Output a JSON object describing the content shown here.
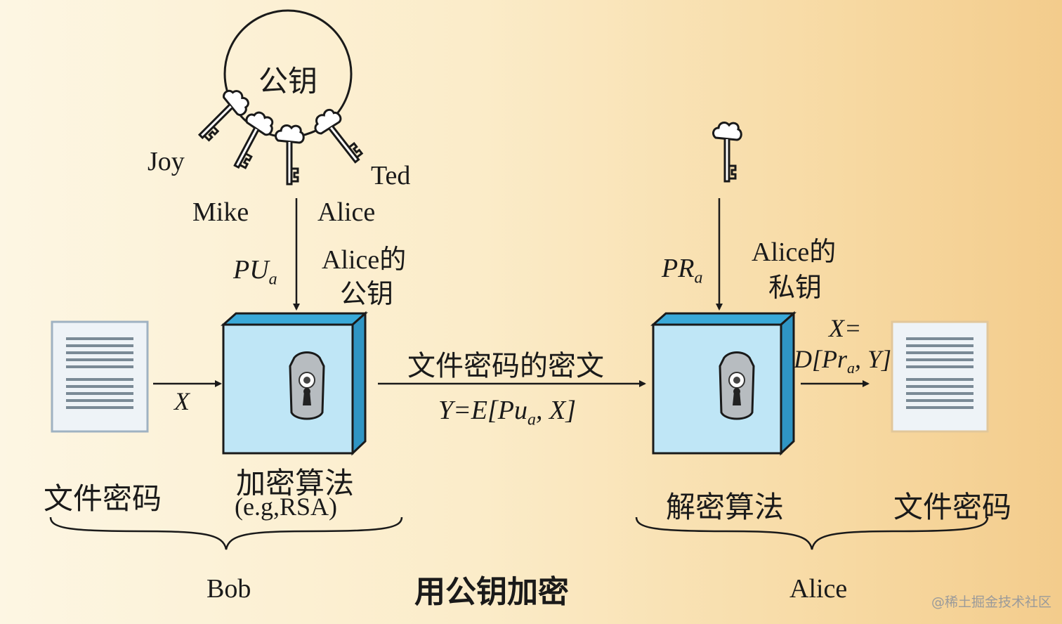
{
  "ring": {
    "label": "公钥"
  },
  "keyring_owners": {
    "joy": "Joy",
    "mike": "Mike",
    "alice": "Alice",
    "ted": "Ted"
  },
  "encrypt_side": {
    "pub_key_symbol": "PU",
    "pub_key_sub": "a",
    "pub_key_caption_1": "Alice的",
    "pub_key_caption_2": "公钥",
    "input_label": "X",
    "plaintext_label": "文件密码",
    "algorithm_title": "加密算法",
    "algorithm_example": "(e.g,RSA)",
    "party": "Bob"
  },
  "transmission": {
    "caption": "文件密码的密文",
    "formula_prefix": "Y=E[Pu",
    "formula_sub": "a",
    "formula_suffix": ", X]"
  },
  "decrypt_side": {
    "priv_key_symbol": "PR",
    "priv_key_sub": "a",
    "priv_key_caption_1": "Alice的",
    "priv_key_caption_2": "私钥",
    "output_line_1": "X=",
    "output_line_2_prefix": "D[Pr",
    "output_line_2_sub": "a",
    "output_line_2_suffix": ", Y]",
    "algorithm_title": "解密算法",
    "plaintext_label": "文件密码",
    "party": "Alice"
  },
  "title": "用公钥加密",
  "watermark": "@稀土掘金技术社区",
  "colors": {
    "box_face": "#bfe6f6",
    "box_side": "#3aa9d8",
    "outline": "#1a1a1a"
  }
}
